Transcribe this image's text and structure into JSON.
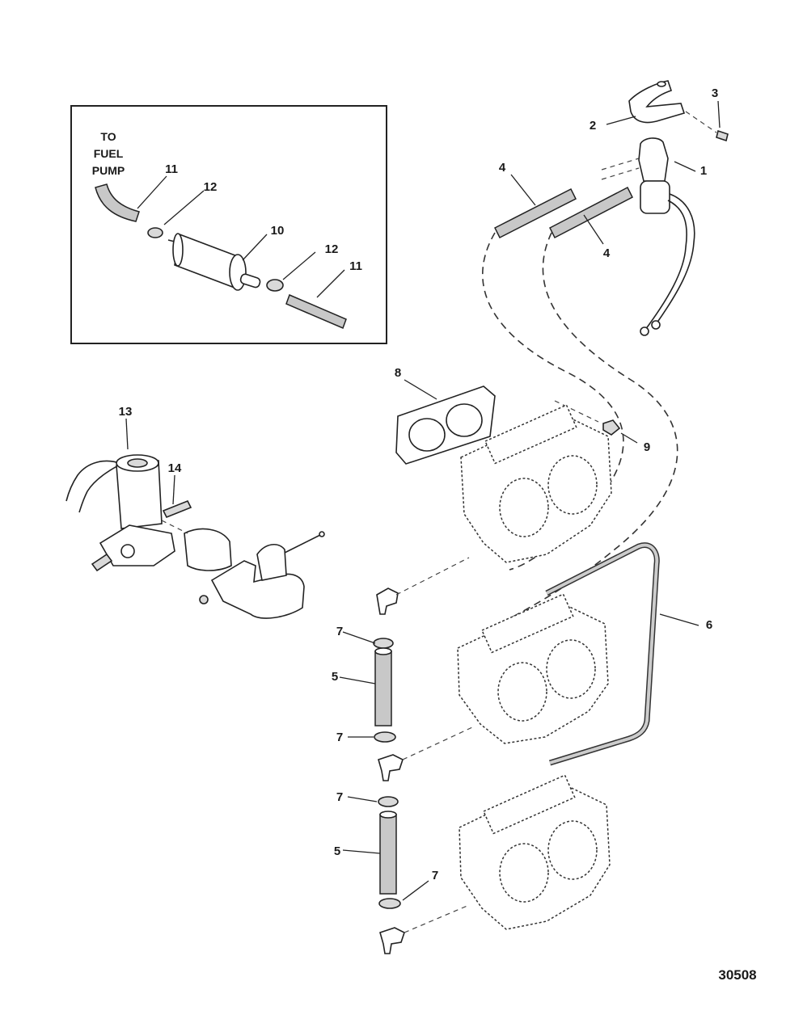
{
  "inset": {
    "note_lines": [
      "TO",
      "FUEL",
      "PUMP"
    ]
  },
  "callouts": {
    "c1": "1",
    "c2": "2",
    "c3": "3",
    "c4a": "4",
    "c4b": "4",
    "c5a": "5",
    "c5b": "5",
    "c6": "6",
    "c7a": "7",
    "c7b": "7",
    "c7c": "7",
    "c7d": "7",
    "c8": "8",
    "c9": "9",
    "c10": "10",
    "c11a": "11",
    "c11b": "11",
    "c12a": "12",
    "c12b": "12",
    "c13": "13",
    "c14": "14"
  },
  "figure_id": "30508"
}
